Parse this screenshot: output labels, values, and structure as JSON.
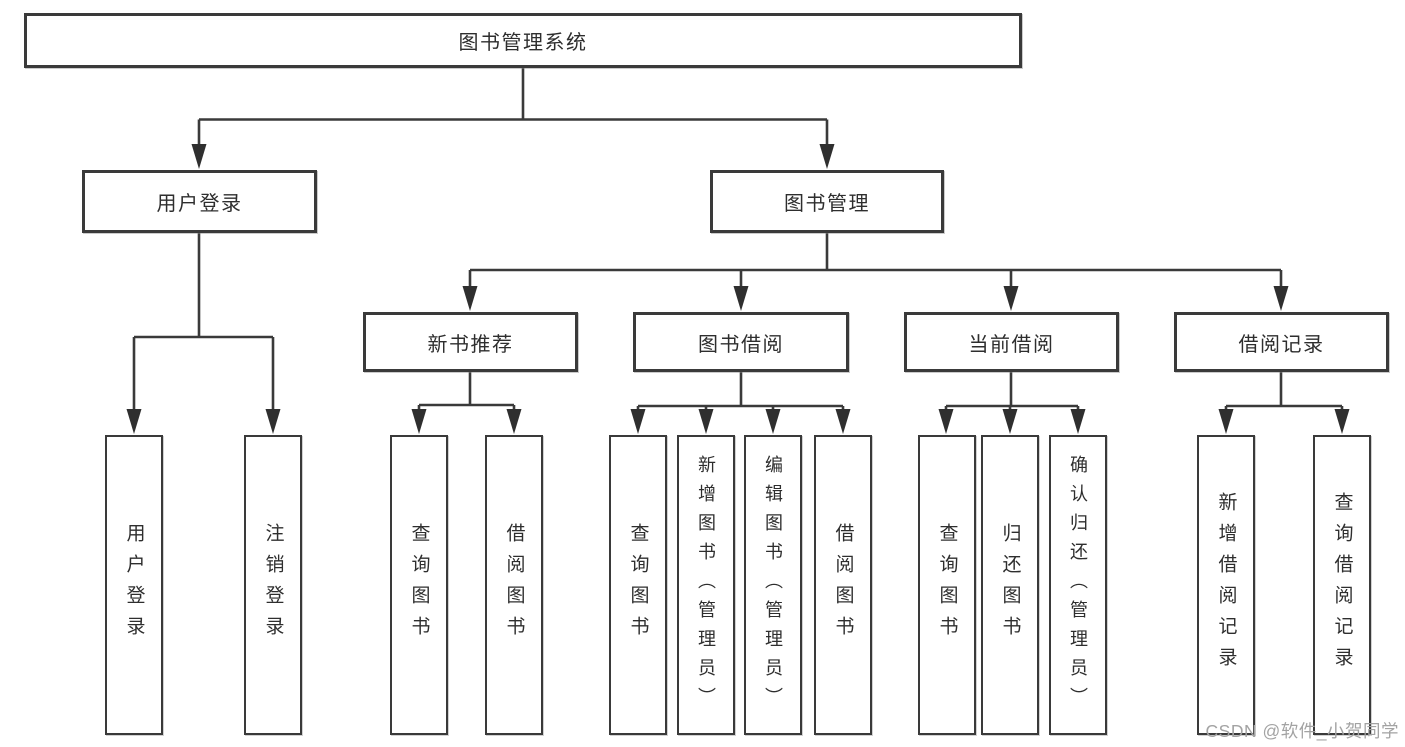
{
  "diagram": {
    "type": "hierarchy-functional-structure",
    "colors": {
      "background": "#ffffff",
      "box_fill": "#ffffff",
      "box_border": "#3a3a3a",
      "line": "#3a3a3a",
      "text": "#2e2e2e",
      "watermark_text": "#a3a3a3"
    },
    "tree": {
      "label": "图书管理系统",
      "children": [
        {
          "label": "用户登录",
          "children": [
            {
              "label": "用户登录"
            },
            {
              "label": "注销登录"
            }
          ]
        },
        {
          "label": "图书管理",
          "children": [
            {
              "label": "新书推荐",
              "children": [
                {
                  "label": "查询图书"
                },
                {
                  "label": "借阅图书"
                }
              ]
            },
            {
              "label": "图书借阅",
              "children": [
                {
                  "label": "查询图书"
                },
                {
                  "label": "新增图书（管理员）"
                },
                {
                  "label": "编辑图书（管理员）"
                },
                {
                  "label": "借阅图书"
                }
              ]
            },
            {
              "label": "当前借阅",
              "children": [
                {
                  "label": "查询图书"
                },
                {
                  "label": "归还图书"
                },
                {
                  "label": "确认归还（管理员）"
                }
              ]
            },
            {
              "label": "借阅记录",
              "children": [
                {
                  "label": "新增借阅记录"
                },
                {
                  "label": "查询借阅记录"
                }
              ]
            }
          ]
        }
      ]
    },
    "watermark": "CSDN @软件_小贺同学"
  }
}
